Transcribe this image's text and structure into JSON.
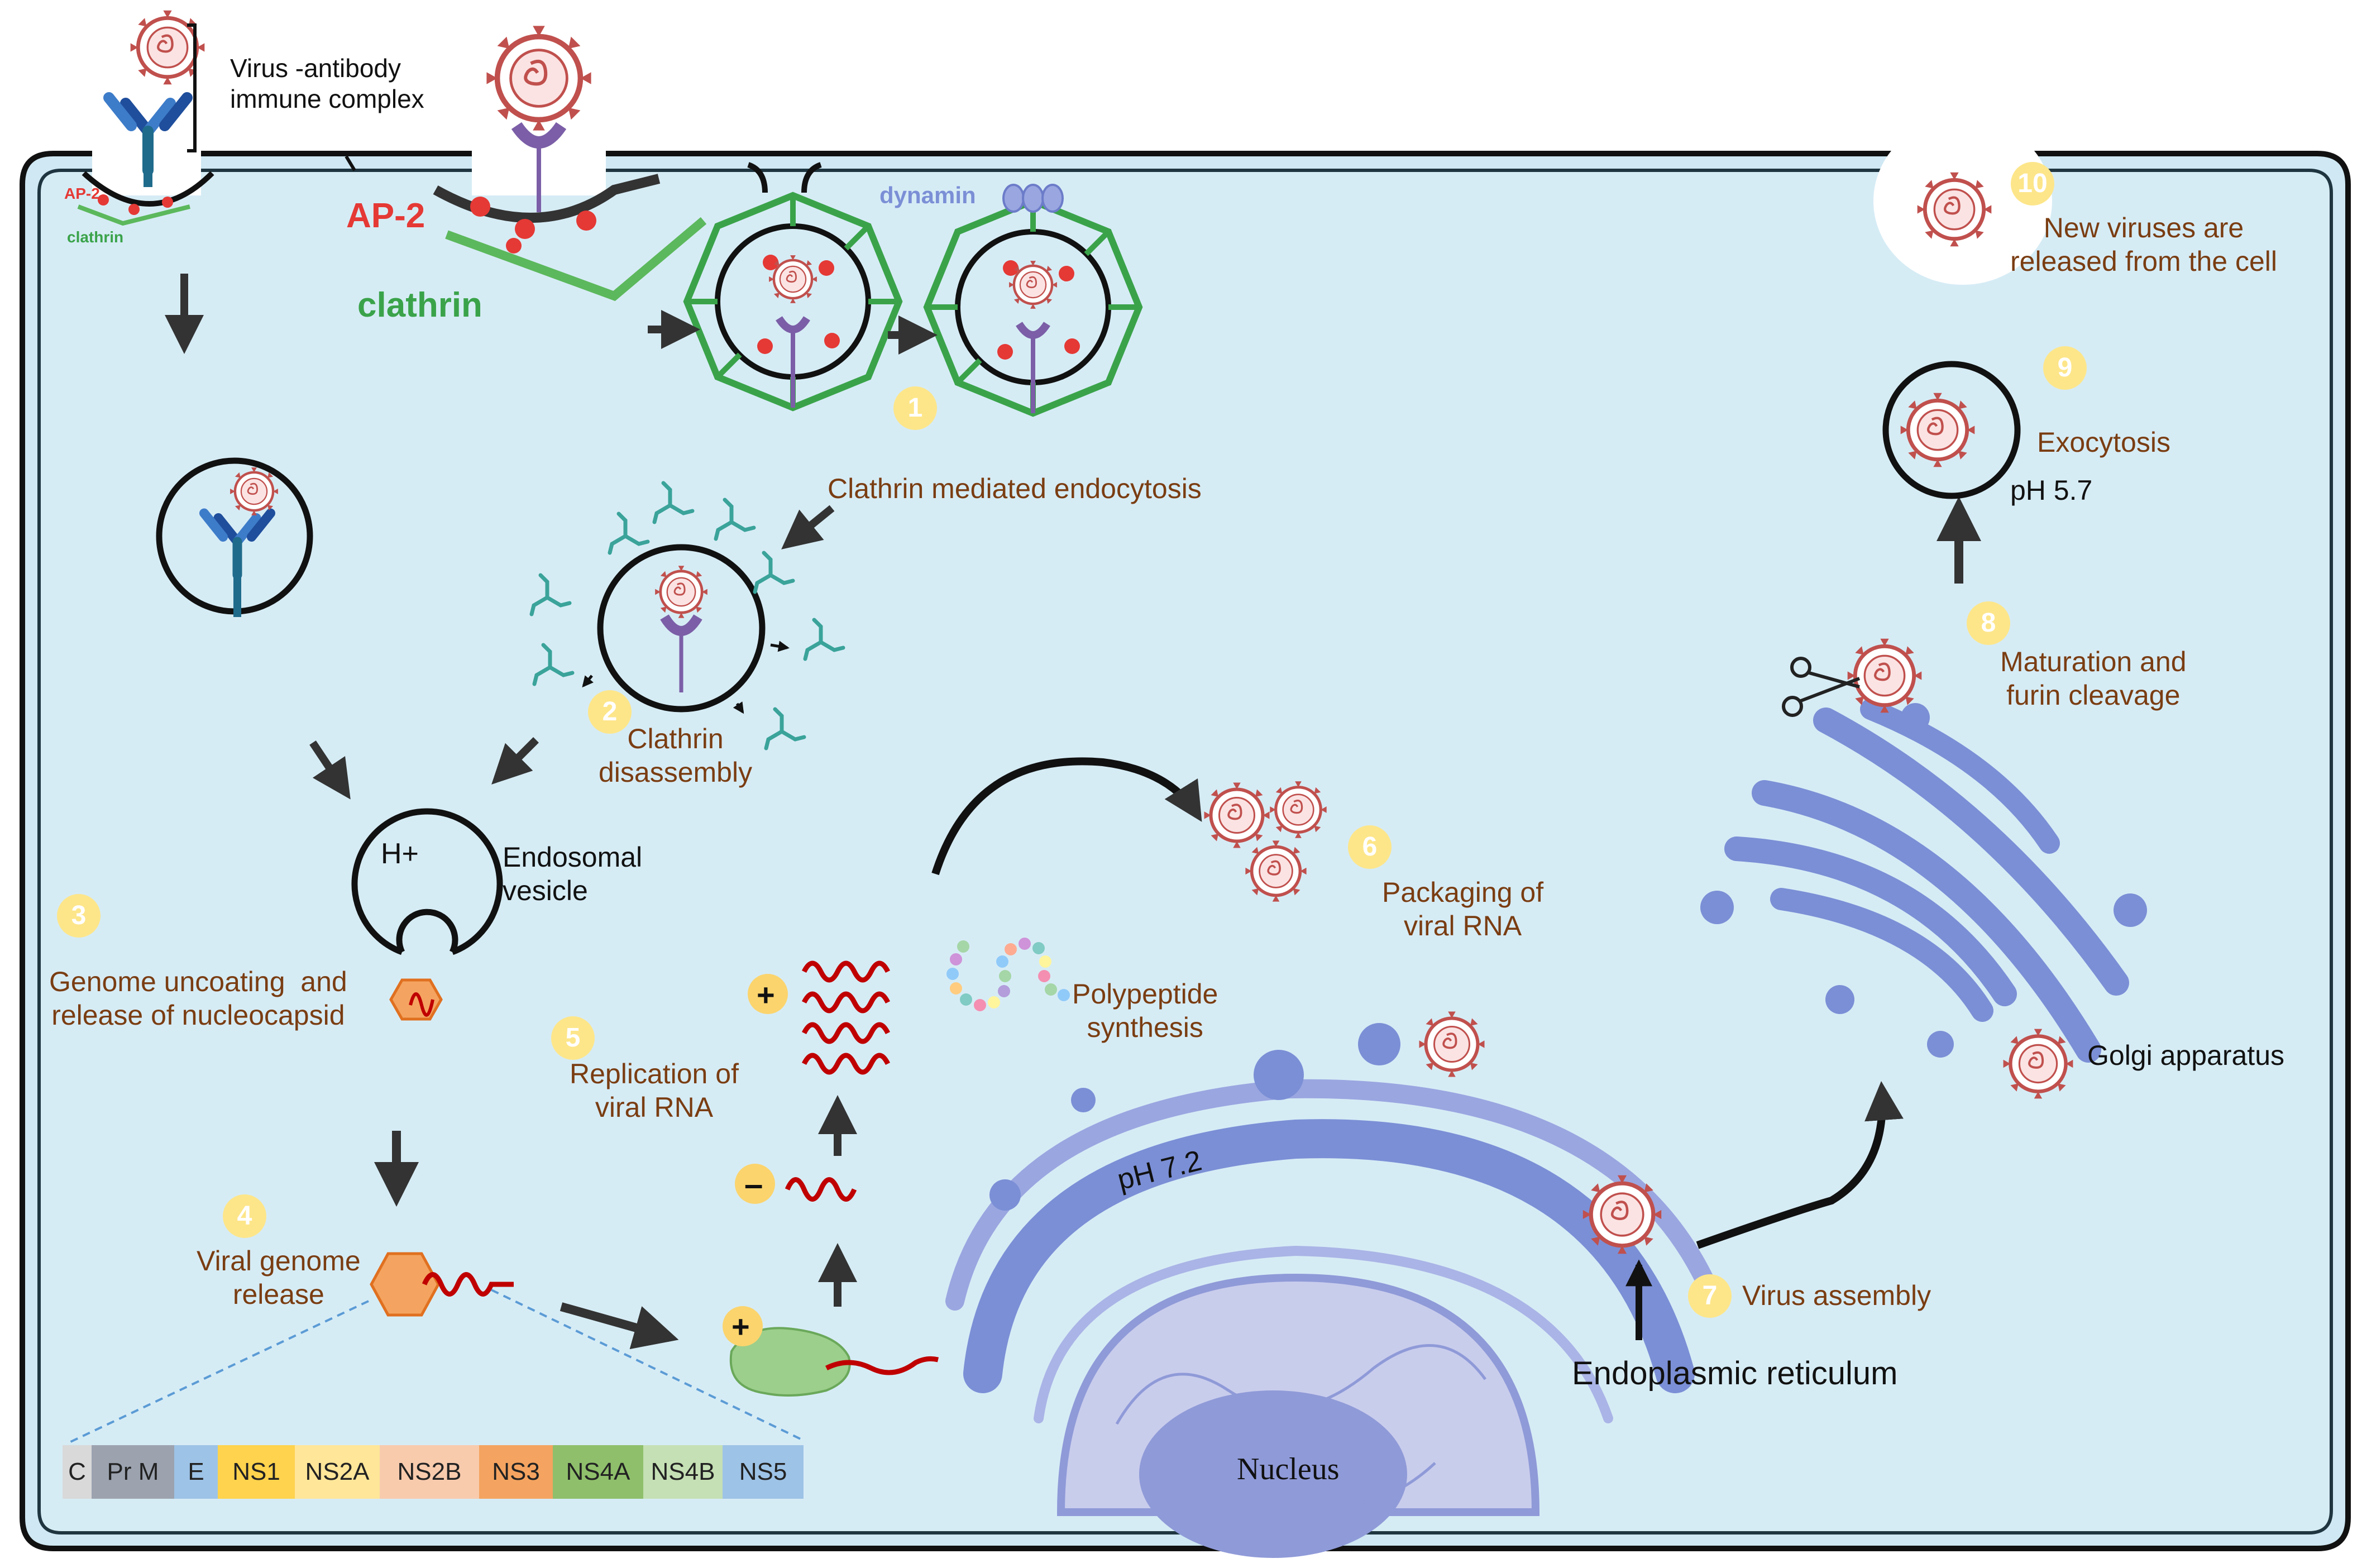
{
  "labels": {
    "immune_complex": "Virus -antibody\nimmune complex",
    "ap2_small": "AP-2",
    "clathrin_small": "clathrin",
    "ap2_large": "AP-2",
    "clathrin_large": "clathrin",
    "dynamin": "dynamin",
    "clathrin_mediated_endocytosis": "Clathrin mediated endocytosis",
    "clathrin_disassembly": "Clathrin\ndisassembly",
    "h_plus": "H+",
    "endosomal_vesicle": "Endosomal\nvesicle",
    "genome_uncoating": "Genome uncoating  and\nrelease of nucleocapsid",
    "viral_genome_release": "Viral genome\nrelease",
    "replication": "Replication of\nviral RNA",
    "polypeptide": "Polypeptide\nsynthesis",
    "packaging": "Packaging of\nviral RNA",
    "ph72": "pH 7.2",
    "nucleus": "Nucleus",
    "er": "Endoplasmic reticulum",
    "virus_assembly": "Virus assembly",
    "golgi": "Golgi apparatus",
    "maturation": "Maturation and\nfurin cleavage",
    "exocytosis": "Exocytosis",
    "ph57": "pH 5.7",
    "release": "New viruses are\nreleased from the cell",
    "plus": "+",
    "minus": "–"
  },
  "steps": [
    "1",
    "2",
    "3",
    "4",
    "5",
    "6",
    "7",
    "8",
    "9",
    "10"
  ],
  "genome_segments": [
    {
      "label": "C",
      "color": "#d9d9d9"
    },
    {
      "label": "Pr M",
      "color": "#9ca3af"
    },
    {
      "label": "E",
      "color": "#9dc3e6"
    },
    {
      "label": "NS1",
      "color": "#ffd34d"
    },
    {
      "label": "NS2A",
      "color": "#ffe699"
    },
    {
      "label": "NS2B",
      "color": "#f8cbad"
    },
    {
      "label": "NS3",
      "color": "#f4a460"
    },
    {
      "label": "NS4A",
      "color": "#8fbf6b"
    },
    {
      "label": "NS4B",
      "color": "#c5e0b4"
    },
    {
      "label": "NS5",
      "color": "#9dc3e6"
    }
  ],
  "colors": {
    "cytoplasm": "#d6ecf5",
    "membrane": "#222222",
    "clathrin": "#5cb85c",
    "ap2": "#e53935",
    "organelle": "#7b8fd6",
    "badge": "#fde68a",
    "label_text": "#7a3d12",
    "virus": "#c0504d"
  }
}
